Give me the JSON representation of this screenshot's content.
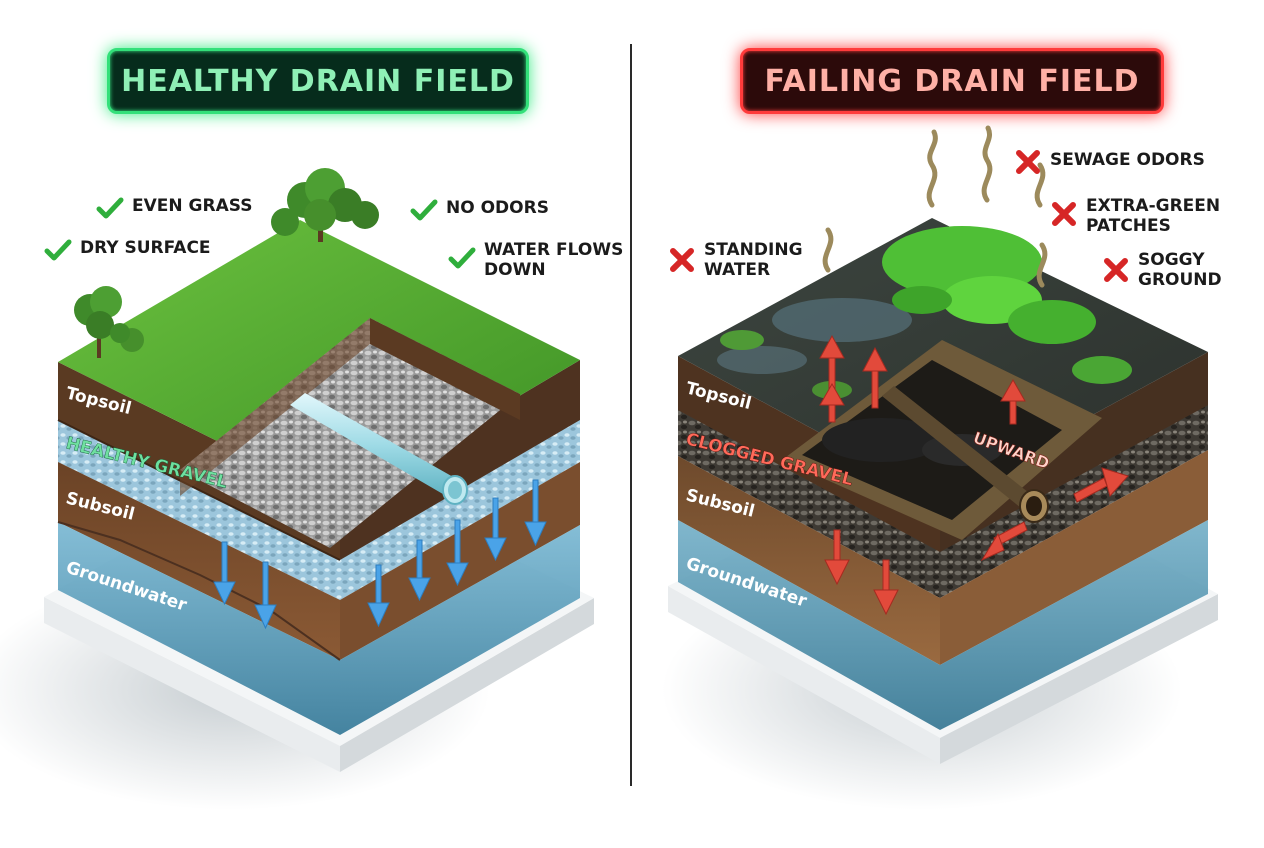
{
  "healthy": {
    "title": "HEALTHY DRAIN FIELD",
    "callouts": {
      "even_grass": "EVEN GRASS",
      "dry_surface": "DRY SURFACE",
      "no_odors": "NO ODORS",
      "water_flows": "WATER FLOWS\nDOWN"
    },
    "layers": {
      "topsoil": "Topsoil",
      "gravel": "HEALTHY GRAVEL",
      "subsoil": "Subsoil",
      "groundwater": "Groundwater"
    }
  },
  "failing": {
    "title": "FAILING DRAIN FIELD",
    "callouts": {
      "sewage_odors": "SEWAGE ODORS",
      "standing_water": "STANDING\nWATER",
      "extra_green": "EXTRA-GREEN\nPATCHES",
      "soggy_ground": "SOGGY\nGROUND"
    },
    "layers": {
      "topsoil": "Topsoil",
      "gravel": "CLOGGED GRAVEL",
      "subsoil": "Subsoil",
      "groundwater": "Groundwater"
    },
    "flow_label": "UPWARD"
  },
  "colors": {
    "healthy_accent": "#33e07a",
    "failing_accent": "#ff3b3b",
    "check": "#2fae3c",
    "cross": "#d62626",
    "flow_down": "#4aa3e8",
    "flow_up": "#e24a3b"
  },
  "icons": {
    "positive": "check-icon",
    "negative": "cross-icon"
  }
}
